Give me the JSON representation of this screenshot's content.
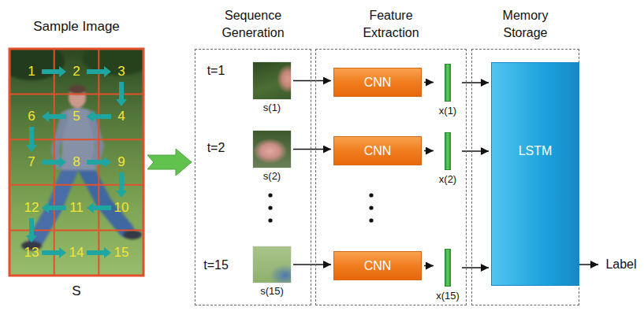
{
  "diagram": {
    "nodes": [
      {
        "text": [
          "Sample Image",
          "S"
        ]
      },
      {
        "text": [
          "Sequence Generation"
        ]
      },
      {
        "text": [
          "s(1)"
        ],
        "in": 1
      },
      {
        "text": [
          "s(2)"
        ],
        "in": 1
      },
      {
        "text": [
          "s(15)"
        ],
        "in": 1
      },
      {
        "text": [
          "Feature Extraction"
        ]
      },
      {
        "text": [
          "CNN"
        ],
        "in": 5
      },
      {
        "text": [
          "CNN"
        ],
        "in": 5
      },
      {
        "text": [
          "CNN"
        ],
        "in": 5
      },
      {
        "text": [
          "x(1)"
        ],
        "in": 5
      },
      {
        "text": [
          "x(2)"
        ],
        "in": 5
      },
      {
        "text": [
          "x(15)"
        ],
        "in": 5
      },
      {
        "text": [
          "Memory Storage"
        ]
      },
      {
        "text": [
          "LSTM"
        ],
        "in": 12
      }
    ],
    "edges": [
      {
        "from": 0,
        "to": 1,
        "arrow": "to"
      },
      {
        "from": 2,
        "to": 6,
        "arrow": "to"
      },
      {
        "from": 3,
        "to": 7,
        "arrow": "to"
      },
      {
        "from": 4,
        "to": 8,
        "arrow": "to"
      },
      {
        "from": 6,
        "to": 9,
        "arrow": "to"
      },
      {
        "from": 7,
        "to": 10,
        "arrow": "to"
      },
      {
        "from": 8,
        "to": 11,
        "arrow": "to"
      },
      {
        "from": 9,
        "to": 13,
        "arrow": "to"
      },
      {
        "from": 10,
        "to": 13,
        "arrow": "to"
      },
      {
        "from": 11,
        "to": 13,
        "arrow": "to"
      }
    ],
    "labels": [
      "1",
      "2",
      "3",
      "4",
      "5",
      "6",
      "7",
      "8",
      "9",
      "10",
      "11",
      "12",
      "13",
      "14",
      "15",
      "t=1",
      "t=2",
      "t=15",
      "Label"
    ]
  }
}
